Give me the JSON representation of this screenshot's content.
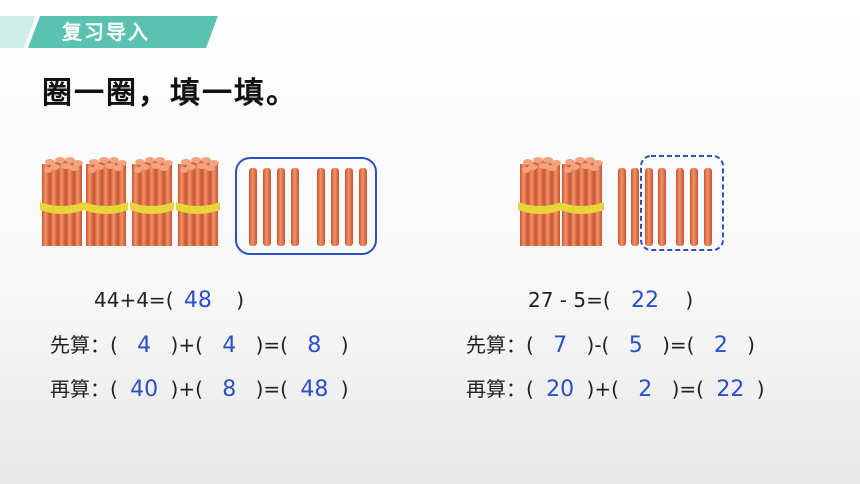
{
  "header": {
    "section_title": "复习导入"
  },
  "title": "圈一圈，填一填。",
  "left": {
    "equation": {
      "expr": "44+4=(",
      "answer": "48",
      "close": ")"
    },
    "step1": {
      "label": "先算：(",
      "a": "4",
      "op": ")+(",
      "b": "4",
      "eq": ")=(",
      "r": "8",
      "close": ")"
    },
    "step2": {
      "label": "再算：(",
      "a": "40",
      "op": ")+(",
      "b": "8",
      "eq": ")=(",
      "r": "48",
      "close": ")"
    }
  },
  "right": {
    "equation": {
      "expr": "27 - 5=(",
      "answer": "22",
      "close": ")"
    },
    "step1": {
      "label": "先算：(",
      "a": "7",
      "op": ")-(",
      "b": "5",
      "eq": ")=(",
      "r": "2",
      "close": ")"
    },
    "step2": {
      "label": "再算：(",
      "a": "20",
      "op": ")+(",
      "b": "2",
      "eq": ")=(",
      "r": "22",
      "close": ")"
    }
  },
  "colors": {
    "banner": "#5bc1b1",
    "stick": "#e57a52",
    "band": "#e8d53a",
    "circle": "#2d4fc4",
    "answer": "#2b4fc8"
  }
}
